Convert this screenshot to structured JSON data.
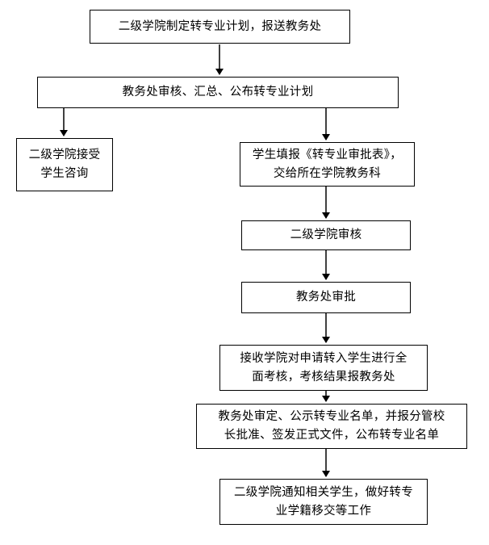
{
  "steps": [
    {
      "id": "s1",
      "lines": [
        "二级学院制定转专业计划，报送教务处"
      ]
    },
    {
      "id": "s2",
      "lines": [
        "教务处审核、汇总、公布转专业计划"
      ]
    },
    {
      "id": "s3",
      "lines": [
        "二级学院接受",
        "学生咨询"
      ]
    },
    {
      "id": "s4",
      "lines": [
        "学生填报《转专业审批表》，",
        "交给所在学院教务科"
      ]
    },
    {
      "id": "s5",
      "lines": [
        "二级学院审核"
      ]
    },
    {
      "id": "s6",
      "lines": [
        "教务处审批"
      ]
    },
    {
      "id": "s7",
      "lines": [
        "接收学院对申请转入学生进行全",
        "面考核，考核结果报教务处"
      ]
    },
    {
      "id": "s8",
      "lines": [
        "教务处审定、公示转专业名单，并报分管校",
        "长批准、签发正式文件，公布转专业名单"
      ]
    },
    {
      "id": "s9",
      "lines": [
        "二级学院通知相关学生，做好转专",
        "业学籍移交等工作"
      ]
    }
  ]
}
